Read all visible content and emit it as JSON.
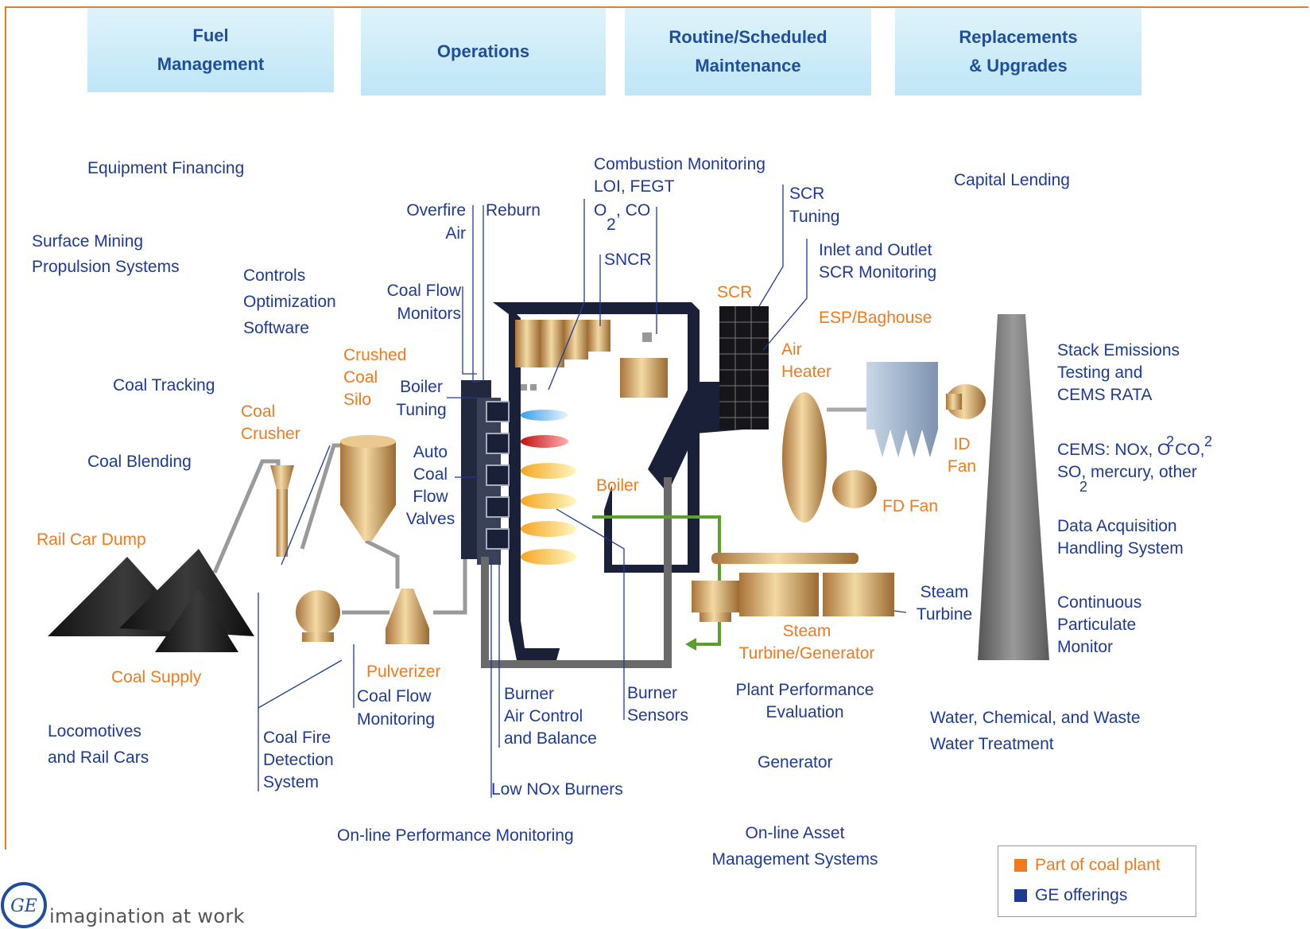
{
  "headers": [
    {
      "label": "Fuel\nManagement"
    },
    {
      "label": "Operations"
    },
    {
      "label": "Routine/Scheduled\nMaintenance"
    },
    {
      "label": "Replacements\n& Upgrades"
    }
  ],
  "labels": {
    "equipment_financing": "Equipment Financing",
    "surface_mining": "Surface Mining\nPropulsion Systems",
    "controls_software": "Controls\nOptimization\nSoftware",
    "coal_tracking": "Coal Tracking",
    "coal_blending": "Coal Blending",
    "locomotives": "Locomotives\nand Rail Cars",
    "coal_fire_detection": "Coal Fire\nDetection\nSystem",
    "coal_flow_monitoring": "Coal Flow\nMonitoring",
    "online_performance": "On-line Performance Monitoring",
    "overfire_air": "Overfire\nAir",
    "reburn": "Reburn",
    "coal_flow_monitors": "Coal Flow\nMonitors",
    "boiler_tuning": "Boiler\nTuning",
    "auto_coal_flow_valves": "Auto\nCoal\nFlow\nValves",
    "combustion_monitoring": "Combustion Monitoring\nLOI, FEGT",
    "o2_co": "O  , CO",
    "o2_sub": "2",
    "sncr": "SNCR",
    "scr_tuning": "SCR\nTuning",
    "inlet_outlet_scr": "Inlet and Outlet\nSCR Monitoring",
    "capital_lending": "Capital Lending",
    "stack_emissions": "Stack Emissions\nTesting and\nCEMS RATA",
    "cems_line1": "CEMS: NOx, O CO,",
    "cems_line2": "SO, mercury, other",
    "cems_sub1": "2",
    "cems_sub2": "2",
    "cems_sub3": "2",
    "data_acquisition": "Data Acquisition\nHandling System",
    "continuous_particulate": "Continuous\nParticulate\nMonitor",
    "water_treatment": "Water, Chemical, and Waste\nWater Treatment",
    "burner_air_control": "Burner\nAir Control\nand Balance",
    "burner_sensors": "Burner\nSensors",
    "low_nox": "Low NOx Burners",
    "plant_performance": "Plant Performance\nEvaluation",
    "generator": "Generator",
    "online_asset": "On-line Asset\nManagement  Systems",
    "steam_turbine": "Steam\nTurbine"
  },
  "plant_parts": {
    "rail_car_dump": "Rail Car Dump",
    "coal_supply": "Coal Supply",
    "coal_crusher": "Coal\nCrusher",
    "crushed_coal_silo": "Crushed\nCoal\nSilo",
    "pulverizer": "Pulverizer",
    "boiler": "Boiler",
    "scr": "SCR",
    "esp_baghouse": "ESP/Baghouse",
    "air_heater": "Air\nHeater",
    "id_fan": "ID\nFan",
    "fd_fan": "FD Fan",
    "steam_turbine_generator": "Steam\nTurbine/Generator"
  },
  "legend": {
    "plant": "Part of coal plant",
    "ge": "GE offerings"
  },
  "colors": {
    "plant": "#f07a1e",
    "ge": "#1f3a93",
    "header_text": "#1f4e9c"
  },
  "logo": {
    "tagline": "imagination at work"
  }
}
